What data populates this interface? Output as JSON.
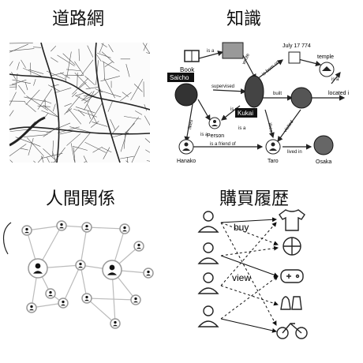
{
  "panels": {
    "road": {
      "title": "道路網"
    },
    "knowledge": {
      "title": "知識",
      "nodes": {
        "book": "Book",
        "saicho": "Saicho",
        "kukai": "Kukai",
        "person": "Person",
        "hanako": "Hanako",
        "taro": "Taro",
        "osaka": "Osaka",
        "date": "July 17 774",
        "temple": "temple",
        "located": "located i"
      },
      "edges": {
        "isa1": "is a",
        "wrote": "wrote",
        "isbornon": "is born on",
        "isa2": "is a",
        "supervised": "supervised",
        "built": "built",
        "likes1": "likes",
        "isa3": "is a",
        "isa4": "is a",
        "likes2": "likes",
        "visited": "visited",
        "isafriendof": "is a friend of",
        "livedin": "lived in",
        "isa5": "is a"
      }
    },
    "people": {
      "title": "人間関係"
    },
    "purchase": {
      "title": "購買履歴",
      "labels": {
        "buy": "buy",
        "view": "view"
      }
    }
  }
}
